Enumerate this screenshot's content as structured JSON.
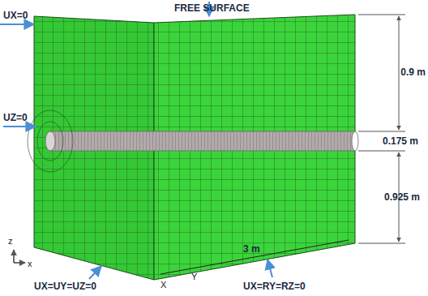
{
  "diagram": {
    "labels": [
      "FREE SURFACE",
      "UX=0",
      "0.9 m",
      "UZ=0",
      "0.175 m",
      "0.925 m",
      "z",
      "x",
      "3 m",
      "X",
      "Y",
      "UX=UY=UZ=0",
      "UX=RY=RZ=0"
    ]
  }
}
